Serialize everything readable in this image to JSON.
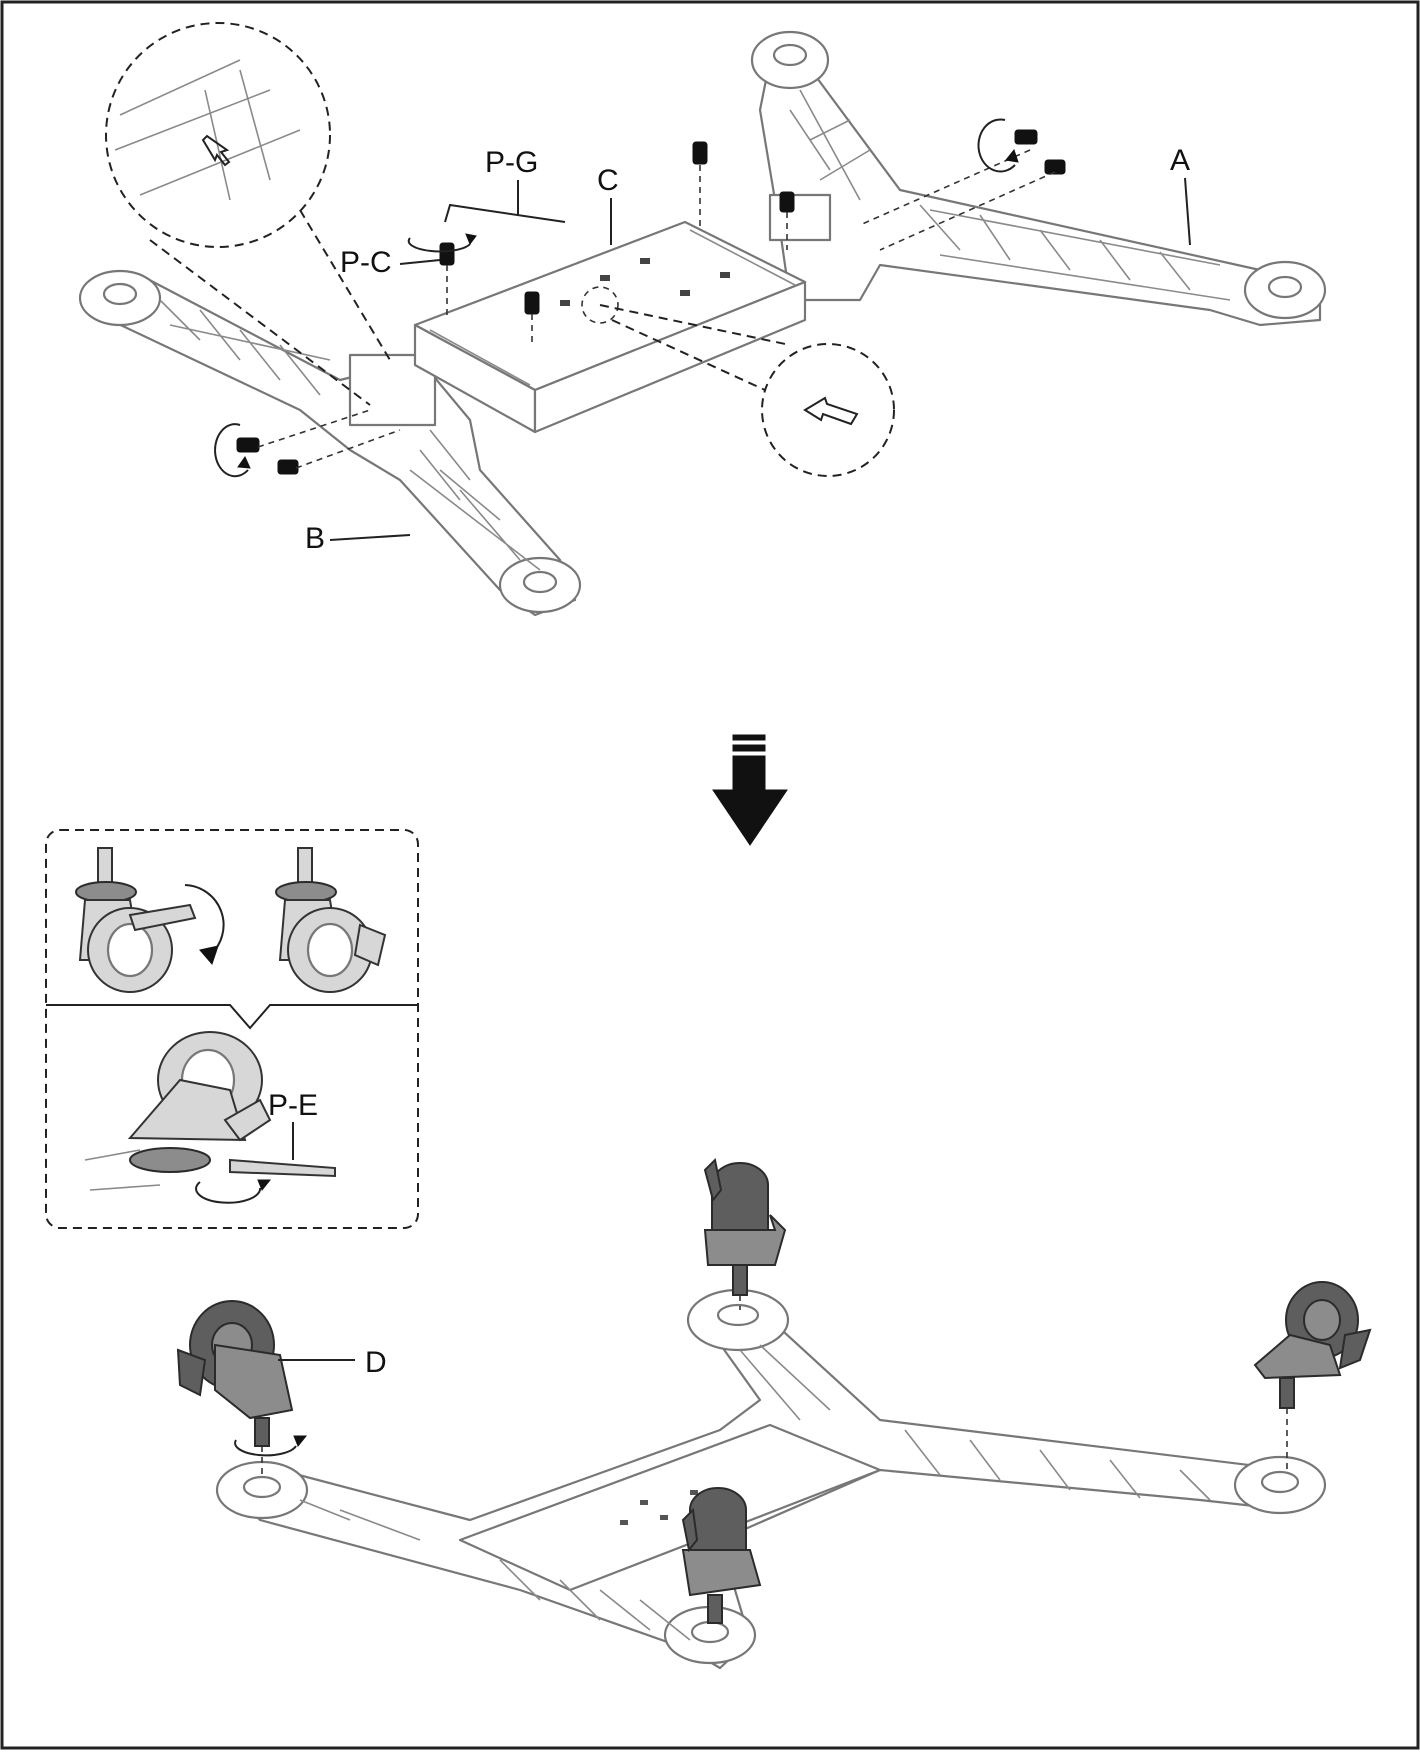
{
  "labels": {
    "part_a": "A",
    "part_b": "B",
    "part_c": "C",
    "part_d": "D",
    "part_pg": "P-G",
    "part_pc": "P-C",
    "part_pe": "P-E"
  }
}
